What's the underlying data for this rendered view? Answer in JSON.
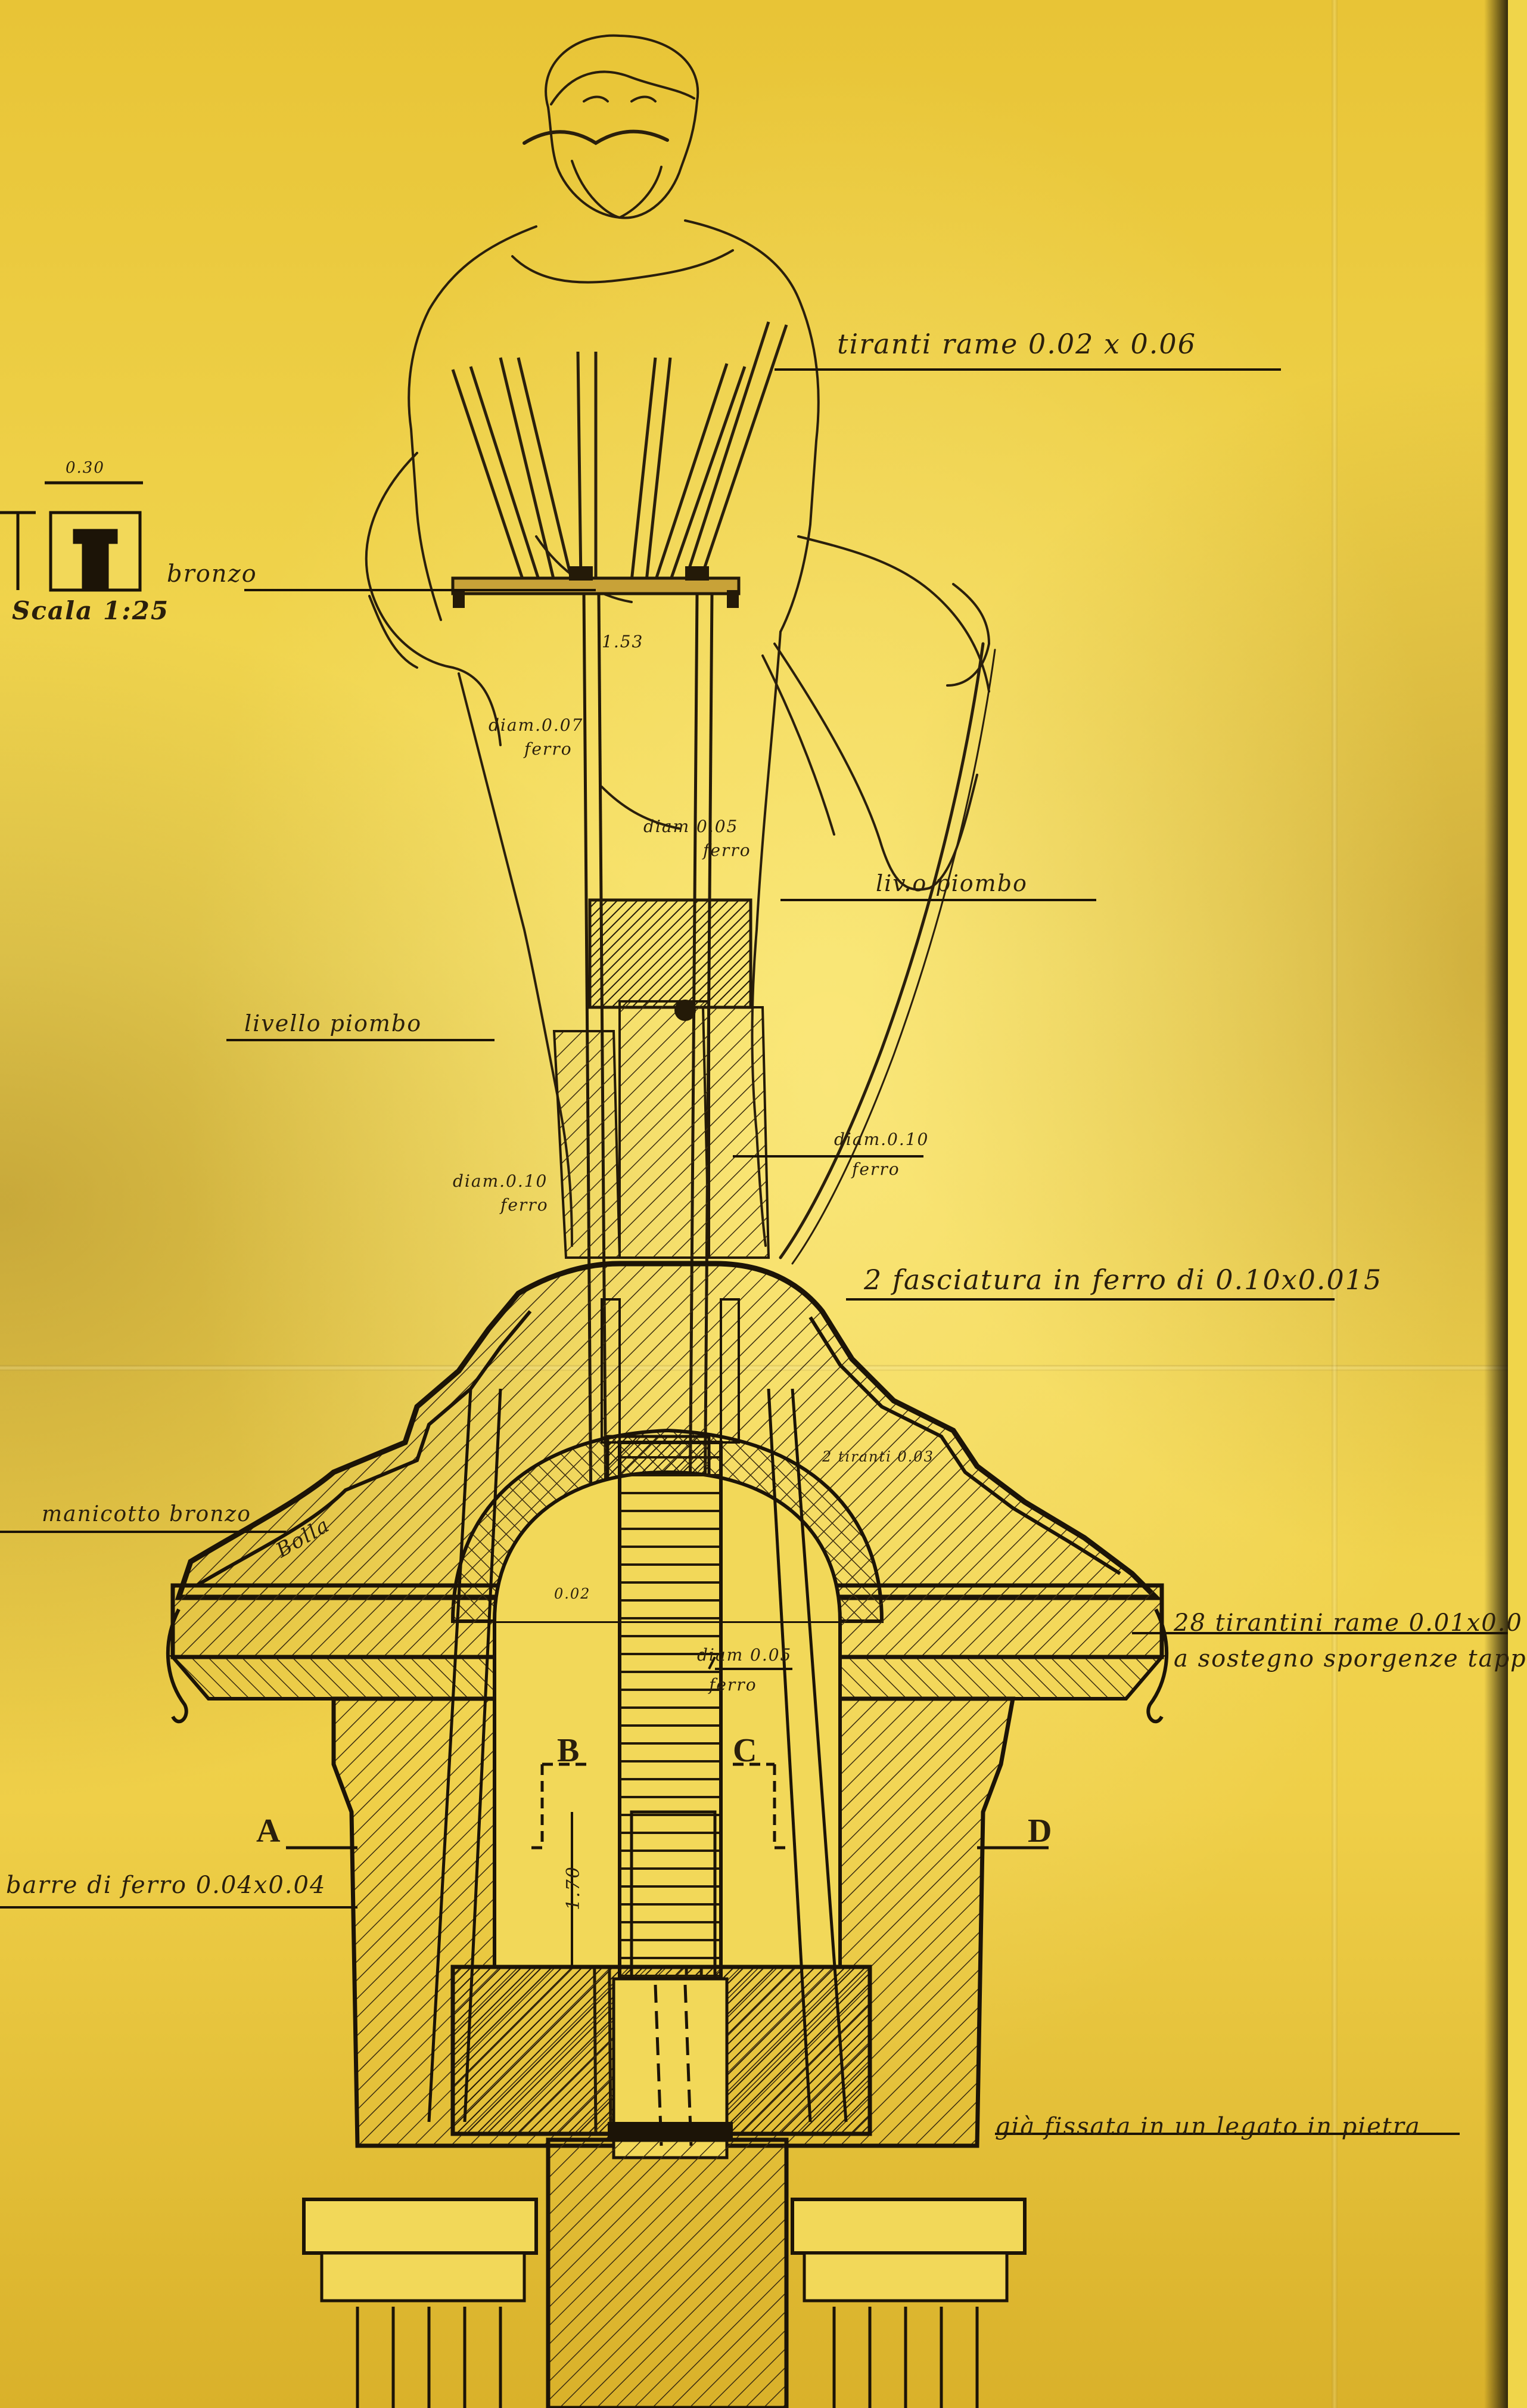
{
  "annotations": {
    "tiranti_rame": "tiranti rame 0.02 x 0.06",
    "bronzo": "bronzo",
    "scala": "Scala 1:25",
    "dim_top": "0.30",
    "dim_153": "1.53",
    "diam_007": "diam.0.07",
    "ferro_1": "ferro",
    "diam_005_top": "diam 0.05",
    "ferro_2": "ferro",
    "livello_piombo_right": "liv.o piombo",
    "livello_piombo_left": "livello piombo",
    "diam_010_right": "diam.0.10",
    "ferro_3": "ferro",
    "diam_010_left": "diam.0.10",
    "ferro_4": "ferro",
    "fasciatura": "2 fasciatura in ferro di 0.10x0.015",
    "manicotto": "manicotto bronzo",
    "bolla": "Bolla",
    "dim_002": "0.02",
    "tirantini_1": "28 tirantini rame 0.01x0.0",
    "tirantini_2": "a sostegno sporgenze tapp",
    "diam_005_low": "diam 0.05",
    "ferro_5": "ferro",
    "barre": "barre di ferro 0.04x0.04",
    "dim_170": "1.70",
    "fissata": "già fissata in un legato in pietra",
    "tiranti_small": "2 tiranti 0.03"
  },
  "section_letters": {
    "a": "A",
    "b": "B",
    "c": "C",
    "d": "D"
  },
  "colors": {
    "paper": "#f0d54a",
    "ink": "#2a1f0c",
    "ink_dark": "#1c1407"
  }
}
